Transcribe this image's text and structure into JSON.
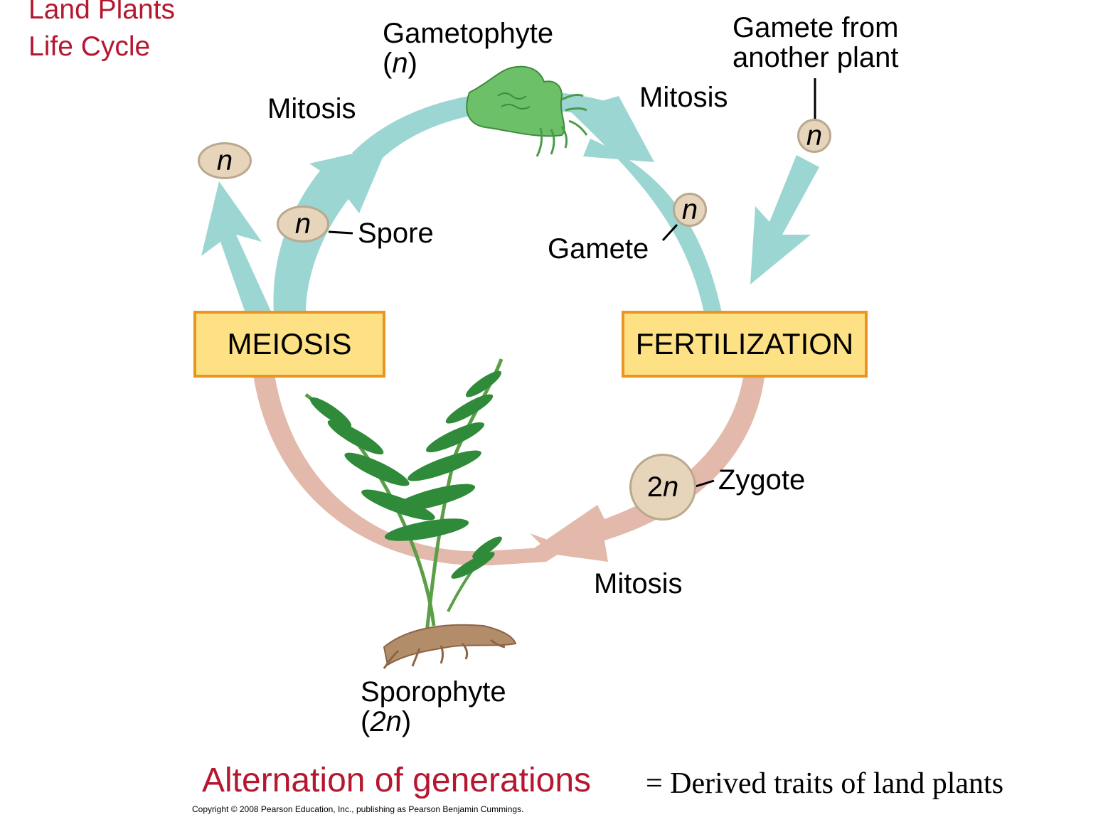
{
  "title": {
    "line1": "Land Plants",
    "line2": "Life Cycle"
  },
  "labels": {
    "gametophyte": "Gametophyte",
    "gametophyte_ploidy": "n",
    "mitosis_left": "Mitosis",
    "mitosis_right": "Mitosis",
    "mitosis_bottom": "Mitosis",
    "gamete_from_line1": "Gamete from",
    "gamete_from_line2": "another plant",
    "spore": "Spore",
    "gamete": "Gamete",
    "zygote": "Zygote",
    "sporophyte": "Sporophyte",
    "sporophyte_ploidy": "2n"
  },
  "boxes": {
    "meiosis": "MEIOSIS",
    "fertilization": "FERTILIZATION"
  },
  "cells": {
    "n_topleft": "n",
    "n_spore": "n",
    "n_gamete": "n",
    "n_other_plant": "n",
    "zygote_prefix": "2",
    "zygote_letter": "n"
  },
  "footer": {
    "main": "Alternation of generations",
    "equals": "= Derived traits of land plants",
    "copyright": "Copyright © 2008 Pearson Education, Inc., publishing as Pearson Benjamin Cummings."
  },
  "colors": {
    "haploid_arrow": "#9cd6d3",
    "diploid_arrow": "#e2b9aa",
    "box_fill": "#fde184",
    "box_border": "#e9951f",
    "cell_fill": "#e6d5bb",
    "accent_red": "#b5172f",
    "fern_green": "#2f8a3a",
    "gametophyte_green": "#6cc068",
    "root_brown": "#b38c6a"
  }
}
